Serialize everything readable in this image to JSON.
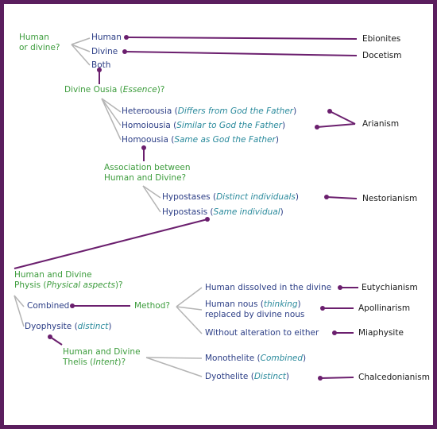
{
  "colors": {
    "frame": "#5b1e5e",
    "question": "#3c9c3c",
    "option": "#2c3e86",
    "gloss": "#2a8a9c",
    "heresy": "#1a1a1a",
    "connector": "#6b1f6e",
    "branch": "#b4b4b4"
  },
  "q1": {
    "line1": "Human",
    "line2": "or divine?"
  },
  "opts1": {
    "human": "Human",
    "divine": "Divine",
    "both": "Both"
  },
  "heresies": {
    "ebionites": "Ebionites",
    "docetism": "Docetism",
    "arianism": "Arianism",
    "nestorianism": "Nestorianism",
    "eutychianism": "Eutychianism",
    "apollinarism": "Apollinarism",
    "miaphysite": "Miaphysite",
    "chalcedonianism": "Chalcedonianism"
  },
  "q2": {
    "text": "Divine Ousia (",
    "gloss": "Essence",
    "end": ")?"
  },
  "opts2": {
    "heteroousia": {
      "name": "Heteroousia",
      "open": " (",
      "gloss": "Differs from God the Father",
      "close": ")"
    },
    "homoiousia": {
      "name": "Homoiousia",
      "open": " (",
      "gloss": "Similar to God the Father",
      "close": ")"
    },
    "homoousia": {
      "name": "Homoousia",
      "open": " (",
      "gloss": "Same as God the Father",
      "close": ")"
    }
  },
  "q3": {
    "line1": "Association between",
    "line2": "Human and Divine?"
  },
  "opts3": {
    "hypostases": {
      "name": "Hypostases",
      "open": " (",
      "gloss": "Distinct individuals",
      "close": ")"
    },
    "hypostasis": {
      "name": "Hypostasis",
      "open": " (",
      "gloss": "Same individual",
      "close": ")"
    }
  },
  "q4": {
    "line1": "Human and Divine",
    "line2a": "Physis (",
    "gloss": "Physical aspects",
    "end": ")?"
  },
  "opts4": {
    "combined": "Combined",
    "dyophysite": {
      "name": "Dyophysite",
      "open": " (",
      "gloss": "distinct",
      "close": ")"
    }
  },
  "method": "Method?",
  "methods": {
    "dissolved": "Human dissolved in the divine",
    "nous_a": "Human nous (",
    "nous_gloss": "thinking",
    "nous_b": ")",
    "nous_line2": "replaced by divine nous",
    "without": "Without alteration to either"
  },
  "q5": {
    "line1": "Human and Divine",
    "line2a": "Thelis (",
    "gloss": "Intent",
    "end": ")?"
  },
  "opts5": {
    "monothelite": {
      "name": "Monothelite",
      "open": " (",
      "gloss": "Combined",
      "close": ")"
    },
    "dyothelite": {
      "name": "Dyothelite",
      "open": " (",
      "gloss": "Distinct",
      "close": ")"
    }
  }
}
